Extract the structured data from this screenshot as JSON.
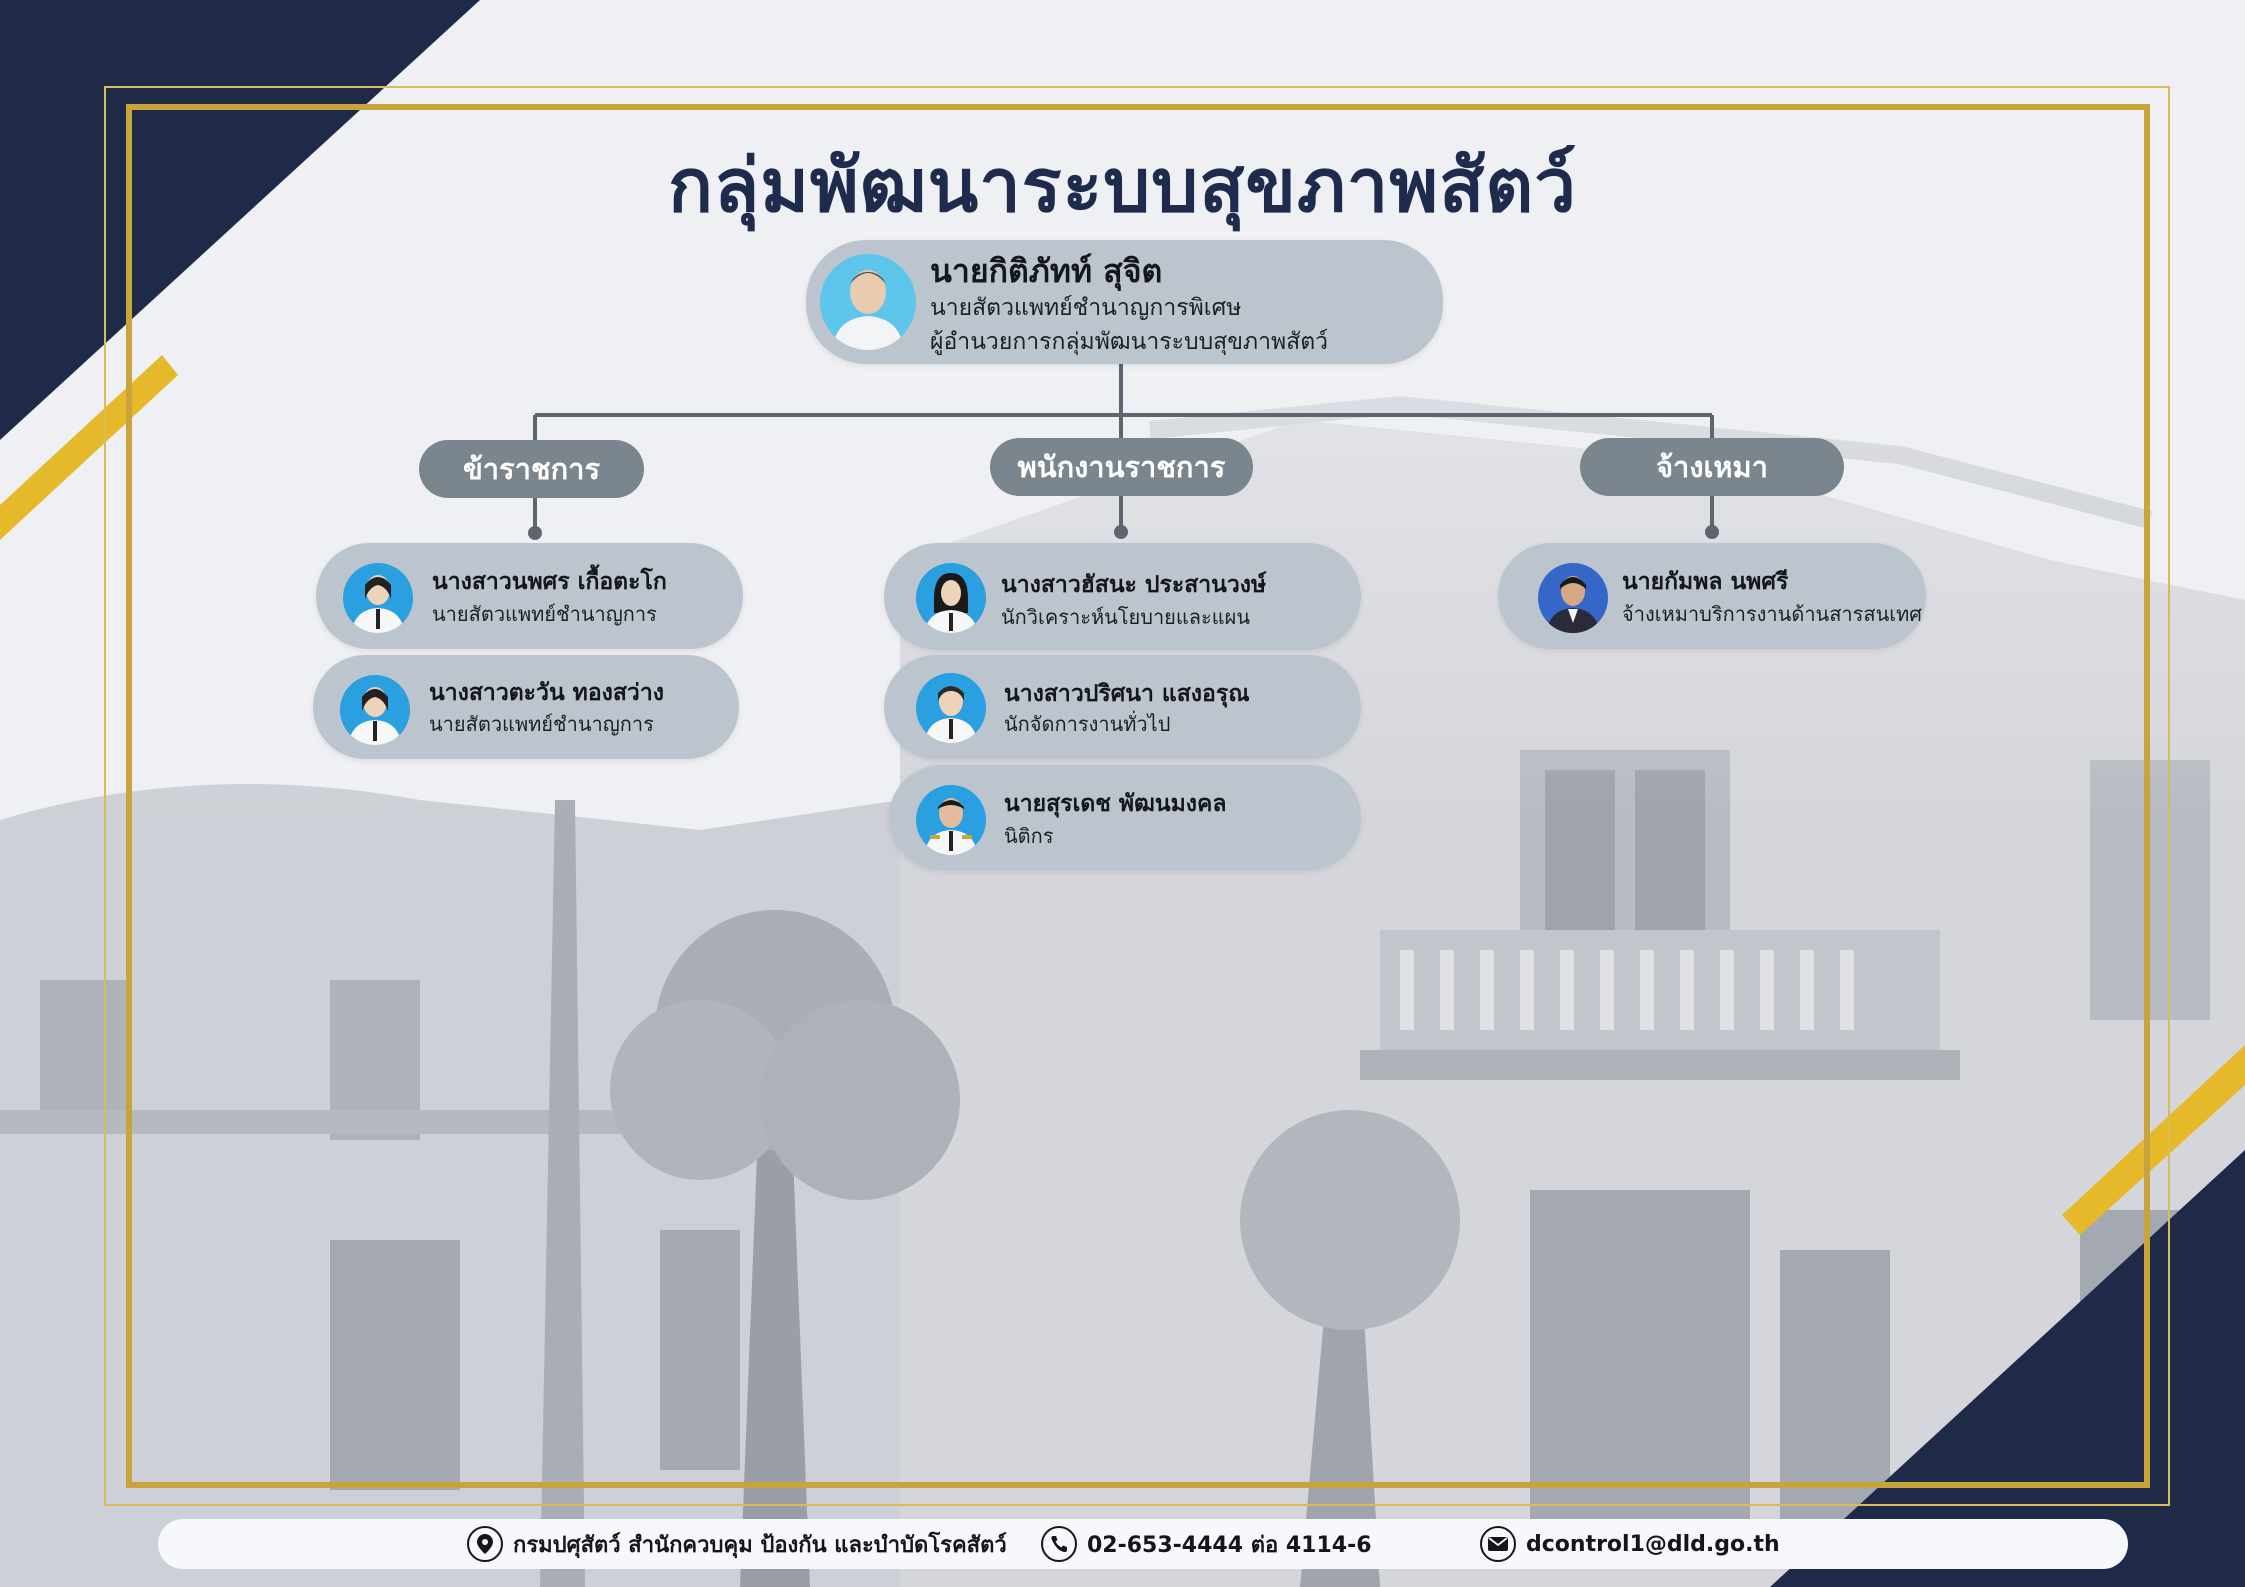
{
  "title": "กลุ่มพัฒนาระบบสุขภาพสัตว์",
  "head": {
    "name": "นายกิติภัทท์ สุจิต",
    "position1": "นายสัตวแพทย์ชำนาญการพิเศษ",
    "position2": "ผู้อำนวยการกลุ่มพัฒนาระบบสุขภาพสัตว์"
  },
  "categories": {
    "civil": "ข้าราชการ",
    "employee": "พนักงานราชการ",
    "contract": "จ้างเหมา"
  },
  "staff": {
    "civil": [
      {
        "name": "นางสาวนพศร เกื้อตะโก",
        "position": "นายสัตวแพทย์ชำนาญการ"
      },
      {
        "name": "นางสาวตะวัน ทองสว่าง",
        "position": "นายสัตวแพทย์ชำนาญการ"
      }
    ],
    "employee": [
      {
        "name": "นางสาวฮัสนะ ประสานวงษ์",
        "position": "นักวิเคราะห์นโยบายและแผน"
      },
      {
        "name": "นางสาวปริศนา แสงอรุณ",
        "position": "นักจัดการงานทั่วไป"
      },
      {
        "name": "นายสุรเดช พัฒนมงคล",
        "position": "นิติกร"
      }
    ],
    "contract": [
      {
        "name": "นายกัมพล นพศรี",
        "position": "จ้างเหมาบริการงานด้านสารสนเทศ"
      }
    ]
  },
  "footer": {
    "address": "กรมปศุสัตว์ สำนักควบคุม ป้องกัน และบำบัดโรคสัตว์",
    "phone": "02-653-4444 ต่อ 4114-6",
    "email": "dcontrol1@dld.go.th"
  },
  "icons": {
    "address": "location-pin-icon",
    "phone": "phone-icon",
    "email": "envelope-icon"
  },
  "colors": {
    "navy": "#1f2a48",
    "gold": "#e6b92a",
    "card": "#bcc5cd",
    "category": "#7a858d",
    "title": "#1f2b4d"
  }
}
